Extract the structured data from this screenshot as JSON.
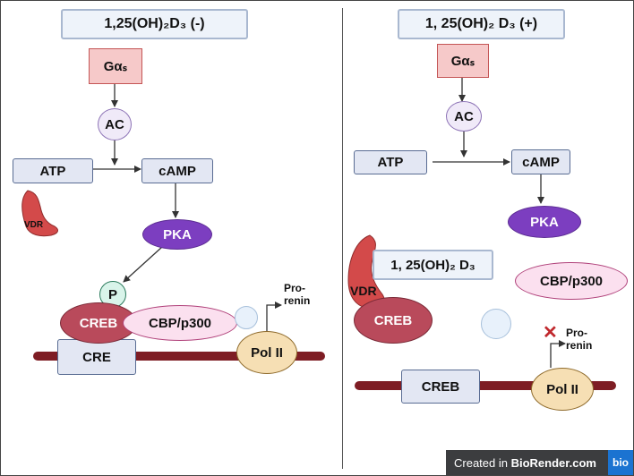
{
  "left": {
    "header": "1,25(OH)₂D₃ (-)",
    "gas": "Gαₛ",
    "ac": "AC",
    "atp": "ATP",
    "camp": "cAMP",
    "vdr": "VDR",
    "pka": "PKA",
    "p": "P",
    "creb": "CREB",
    "cbp": "CBP/p300",
    "cre": "CRE",
    "pol": "Pol II",
    "prorenin": "Pro-\nrenin"
  },
  "right": {
    "header": "1, 25(OH)₂ D₃  (+)",
    "gas": "Gαₛ",
    "ac": "AC",
    "atp": "ATP",
    "camp": "cAMP",
    "pka": "PKA",
    "vitd": "1, 25(OH)₂ D₃",
    "vdr": "VDR",
    "cbp": "CBP/p300",
    "creb": "CREB",
    "creb_site": "CREB",
    "pol": "Pol II",
    "prorenin": "Pro-\nrenin",
    "blocked_mark": "✕"
  },
  "watermark": {
    "prefix": "Created in ",
    "brand": "BioRender.com",
    "logo": "bio"
  },
  "colors": {
    "header_fill": "#eef3fa",
    "gas_fill": "#f6c9c9",
    "pka_fill": "#7c3ec0",
    "creb_fill": "#b94a5b",
    "vdr_fill": "#d34a4a",
    "dna_fill": "#7e1d24",
    "pol_fill": "#f6dfb4",
    "cbp_fill": "#fbe0ef",
    "blocked_mark": "#c0282d"
  }
}
